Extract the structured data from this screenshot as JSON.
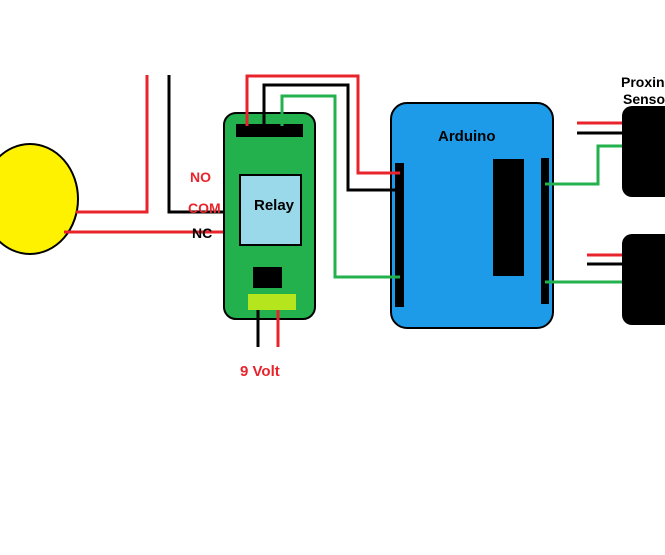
{
  "labels": {
    "relay": "Relay",
    "arduino": "Arduino",
    "no": "NO",
    "com": "COM",
    "nc": "NC",
    "volt": "9 Volt",
    "proximity_line1": "Proxin",
    "proximity_line2": "Senso"
  },
  "colors": {
    "red": "#e8232b",
    "black": "#000000",
    "green": "#22b14c",
    "relay_body": "#22b14c",
    "relay_inner": "#99d9ea",
    "arduino_body": "#1e9be8",
    "bulb": "#fff200",
    "yellow_green": "#b5e61d"
  }
}
